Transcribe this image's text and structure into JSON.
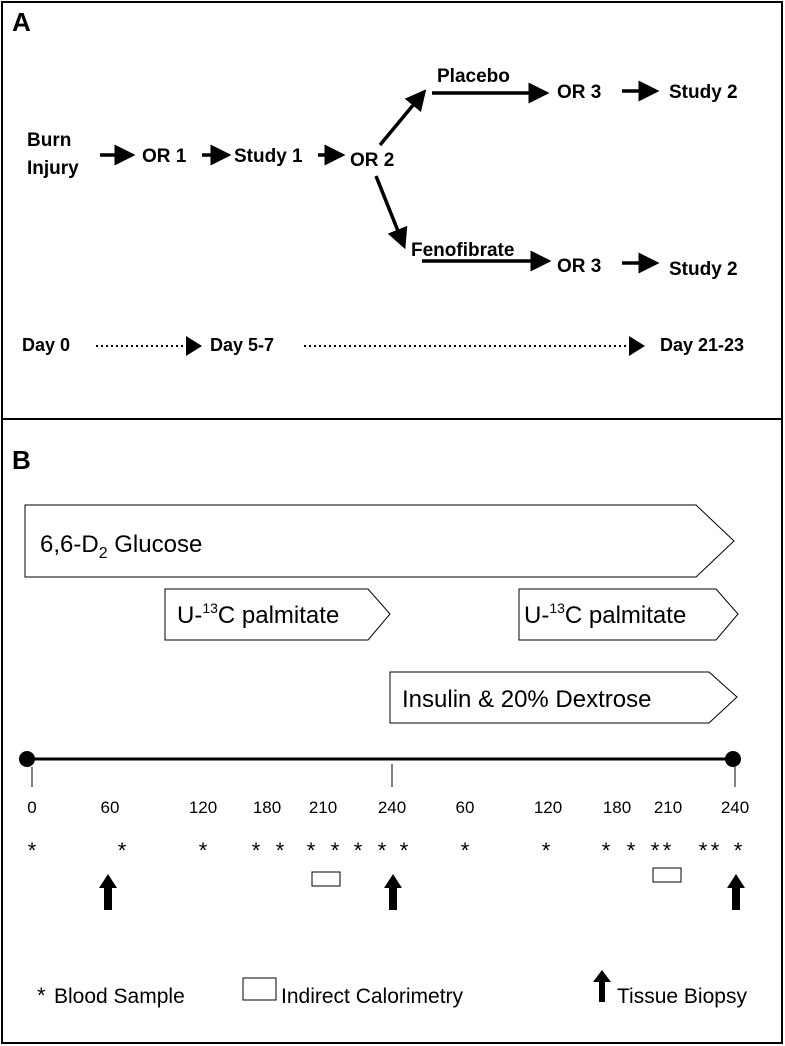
{
  "panel_a": {
    "label": "A",
    "burn_line1": "Burn",
    "burn_line2": "Injury",
    "or1": "OR 1",
    "study1": "Study 1",
    "or2": "OR 2",
    "placebo": "Placebo",
    "or3_top": "OR 3",
    "study2_top": "Study 2",
    "fenofibrate": "Fenofibrate",
    "or3_bottom": "OR 3",
    "study2_bottom": "Study 2",
    "day0": "Day 0",
    "day5": "Day 5-7",
    "day21": "Day 21-23"
  },
  "panel_b": {
    "label": "B",
    "glucose_prefix": "6,6-D",
    "glucose_sub": "2",
    "glucose_suffix": " Glucose",
    "palm1_prefix": "U-",
    "palm1_sup": "13",
    "palm1_suffix": "C palmitate",
    "palm2_prefix": "U-",
    "palm2_sup": "13",
    "palm2_suffix": "C palmitate",
    "insulin": "Insulin & 20% Dextrose",
    "ticks": [
      "0",
      "60",
      "120",
      "180",
      "210",
      "240",
      "60",
      "120",
      "180",
      "210",
      "240"
    ],
    "blood_marker": "*",
    "legend_blood_symbol": "*",
    "legend_blood": "Blood Sample",
    "legend_calorimetry": "Indirect Calorimetry",
    "legend_biopsy": "Tissue Biopsy"
  }
}
